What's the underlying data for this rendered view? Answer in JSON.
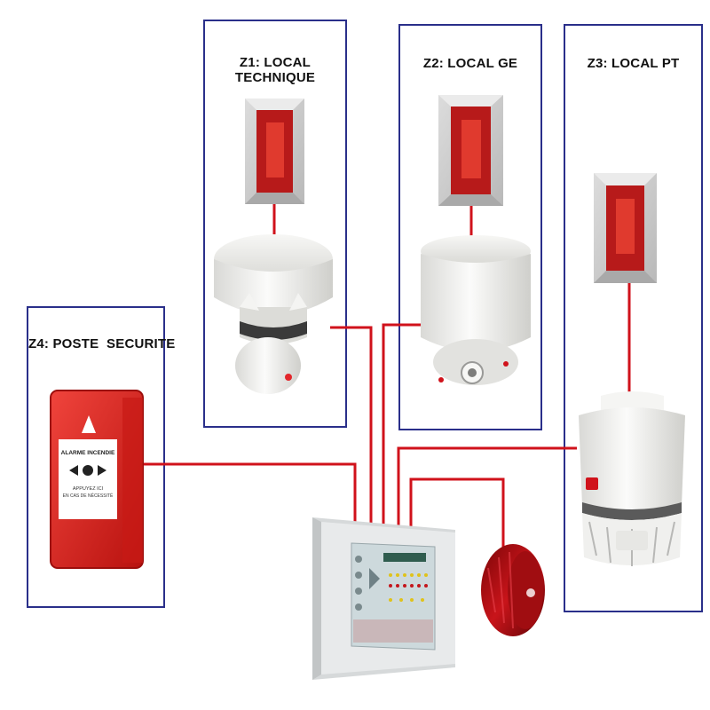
{
  "zones": [
    {
      "id": "z1",
      "title": "Z1: LOCAL TECHNIQUE"
    },
    {
      "id": "z2",
      "title": "Z2: LOCAL GE"
    },
    {
      "id": "z3",
      "title": "Z3: LOCAL PT"
    },
    {
      "id": "z4",
      "title": "Z4: POSTE  SECURITE"
    }
  ],
  "call_point": {
    "label_top": "ALARME INCENDIE",
    "label_bottom_1": "APPUYEZ ICI",
    "label_bottom_2": "EN CAS DE NÉCESSITÉ"
  },
  "colors": {
    "zone_border": "#2a2f8a",
    "wire": "#d0121b",
    "indicator": "#c4161c",
    "device_white": "#f2f2f0",
    "panel_grey": "#e4e7e8"
  },
  "icons": [
    "smoke-detector-icon",
    "heat-detector-icon",
    "remote-indicator-icon",
    "manual-call-point-icon",
    "fire-panel-icon",
    "sounder-icon"
  ]
}
